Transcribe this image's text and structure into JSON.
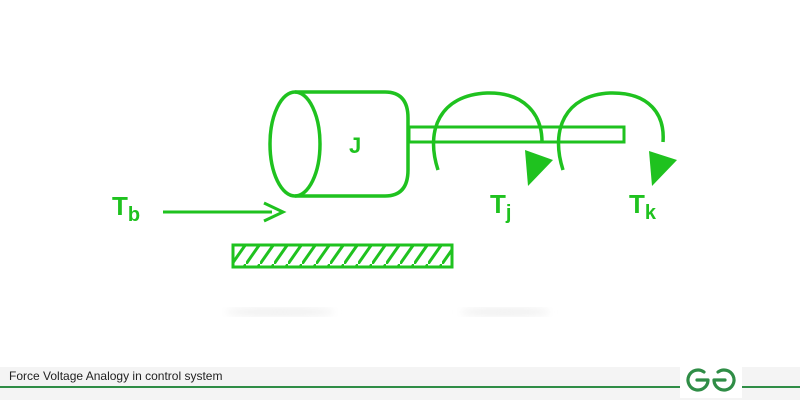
{
  "diagram": {
    "inertia_label": "J",
    "labels": [
      {
        "id": "Tb",
        "main": "T",
        "sub": "b"
      },
      {
        "id": "Tj",
        "main": "T",
        "sub": "j"
      },
      {
        "id": "Tk",
        "main": "T",
        "sub": "k"
      }
    ],
    "accent_color": "#1fc21f"
  },
  "footer": {
    "caption": "Force Voltage Analogy in control system",
    "brand_color": "#2f8d46",
    "logo_icon": "geeksforgeeks-logo-icon"
  }
}
